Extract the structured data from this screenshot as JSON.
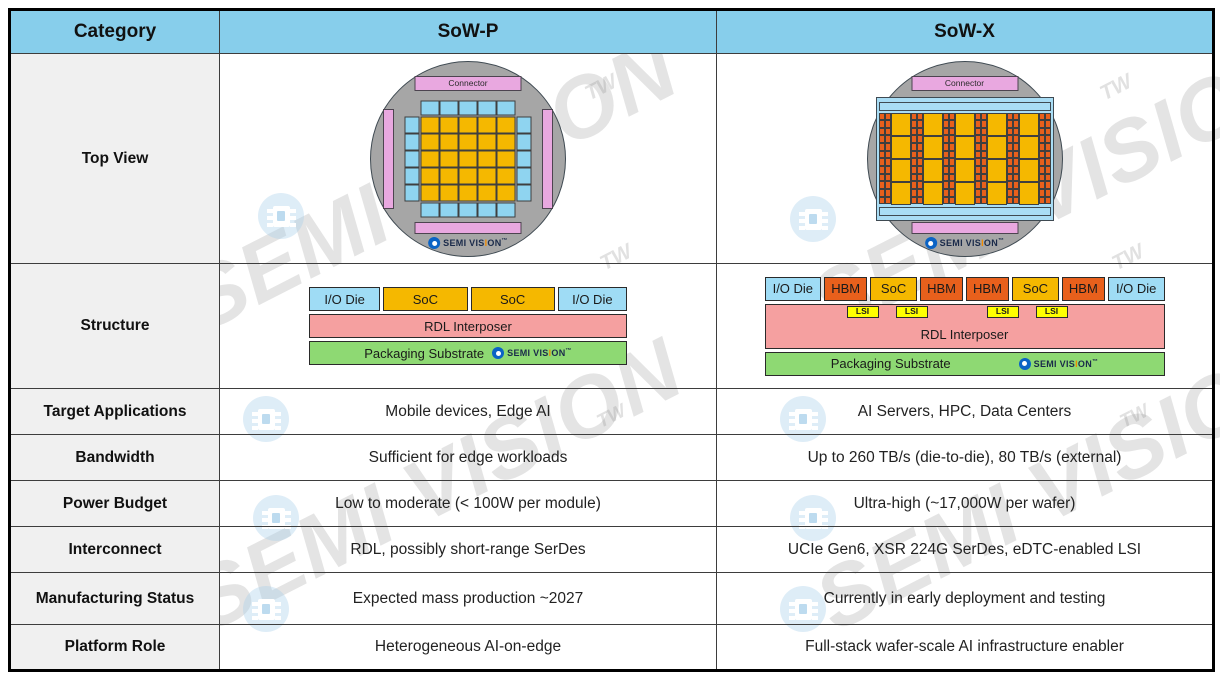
{
  "table": {
    "headers": [
      "Category",
      "SoW-P",
      "SoW-X"
    ],
    "rows": [
      {
        "category": "Top View",
        "type": "figure",
        "sowp": {
          "connector_label": "Connector",
          "logo": "semi-vision-logo"
        },
        "sowx": {
          "connector_label": "Connector",
          "logo": "semi-vision-logo"
        }
      },
      {
        "category": "Structure",
        "type": "figure",
        "sowp": {
          "top_blocks": [
            "I/O Die",
            "SoC",
            "SoC",
            "I/O Die"
          ],
          "interposer": "RDL Interposer",
          "substrate": "Packaging Substrate",
          "lsi": []
        },
        "sowx": {
          "top_blocks": [
            "I/O Die",
            "HBM",
            "SoC",
            "HBM",
            "HBM",
            "SoC",
            "HBM",
            "I/O Die"
          ],
          "interposer": "RDL Interposer",
          "substrate": "Packaging Substrate",
          "lsi": [
            "LSI",
            "LSI",
            "LSI",
            "LSI"
          ]
        }
      },
      {
        "category": "Target Applications",
        "type": "text",
        "sowp": "Mobile devices, Edge AI",
        "sowx": "AI Servers, HPC, Data Centers"
      },
      {
        "category": "Bandwidth",
        "type": "text",
        "sowp": "Sufficient for edge workloads",
        "sowx": "Up to 260 TB/s (die-to-die), 80 TB/s (external)"
      },
      {
        "category": "Power Budget",
        "type": "text",
        "sowp": "Low to moderate (< 100W per module)",
        "sowx": "Ultra-high (~17,000W per wafer)"
      },
      {
        "category": "Interconnect",
        "type": "text",
        "sowp": "RDL, possibly short-range SerDes",
        "sowx": "UCIe Gen6, XSR 224G SerDes, eDTC-enabled LSI"
      },
      {
        "category": "Manufacturing Status",
        "type": "text",
        "sowp": "Expected mass production ~2027",
        "sowx": "Currently in early deployment and testing"
      },
      {
        "category": "Platform Role",
        "type": "text",
        "sowp": "Heterogeneous AI-on-edge",
        "sowx": "Full-stack wafer-scale AI infrastructure enabler"
      }
    ]
  },
  "branding": {
    "name_part1": "SEMI VIS",
    "name_accent": "I",
    "name_part2": "ON",
    "trademark": "™",
    "watermark_text": "SEMI VISION",
    "watermark_tw": "TW"
  },
  "colors": {
    "header_blue": "#87ceeb",
    "category_gray": "#f0f0f0",
    "wafer_gray": "#a6a6a6",
    "connector_pink": "#e9a8e0",
    "soc_gold": "#f5b800",
    "io_blue": "#9fdcf5",
    "hbm_orange": "#e8601c",
    "rdl_salmon": "#f5a0a0",
    "substrate_green": "#8ed973",
    "lsi_yellow": "#ffff00",
    "border_dark": "#2a2a2a"
  }
}
